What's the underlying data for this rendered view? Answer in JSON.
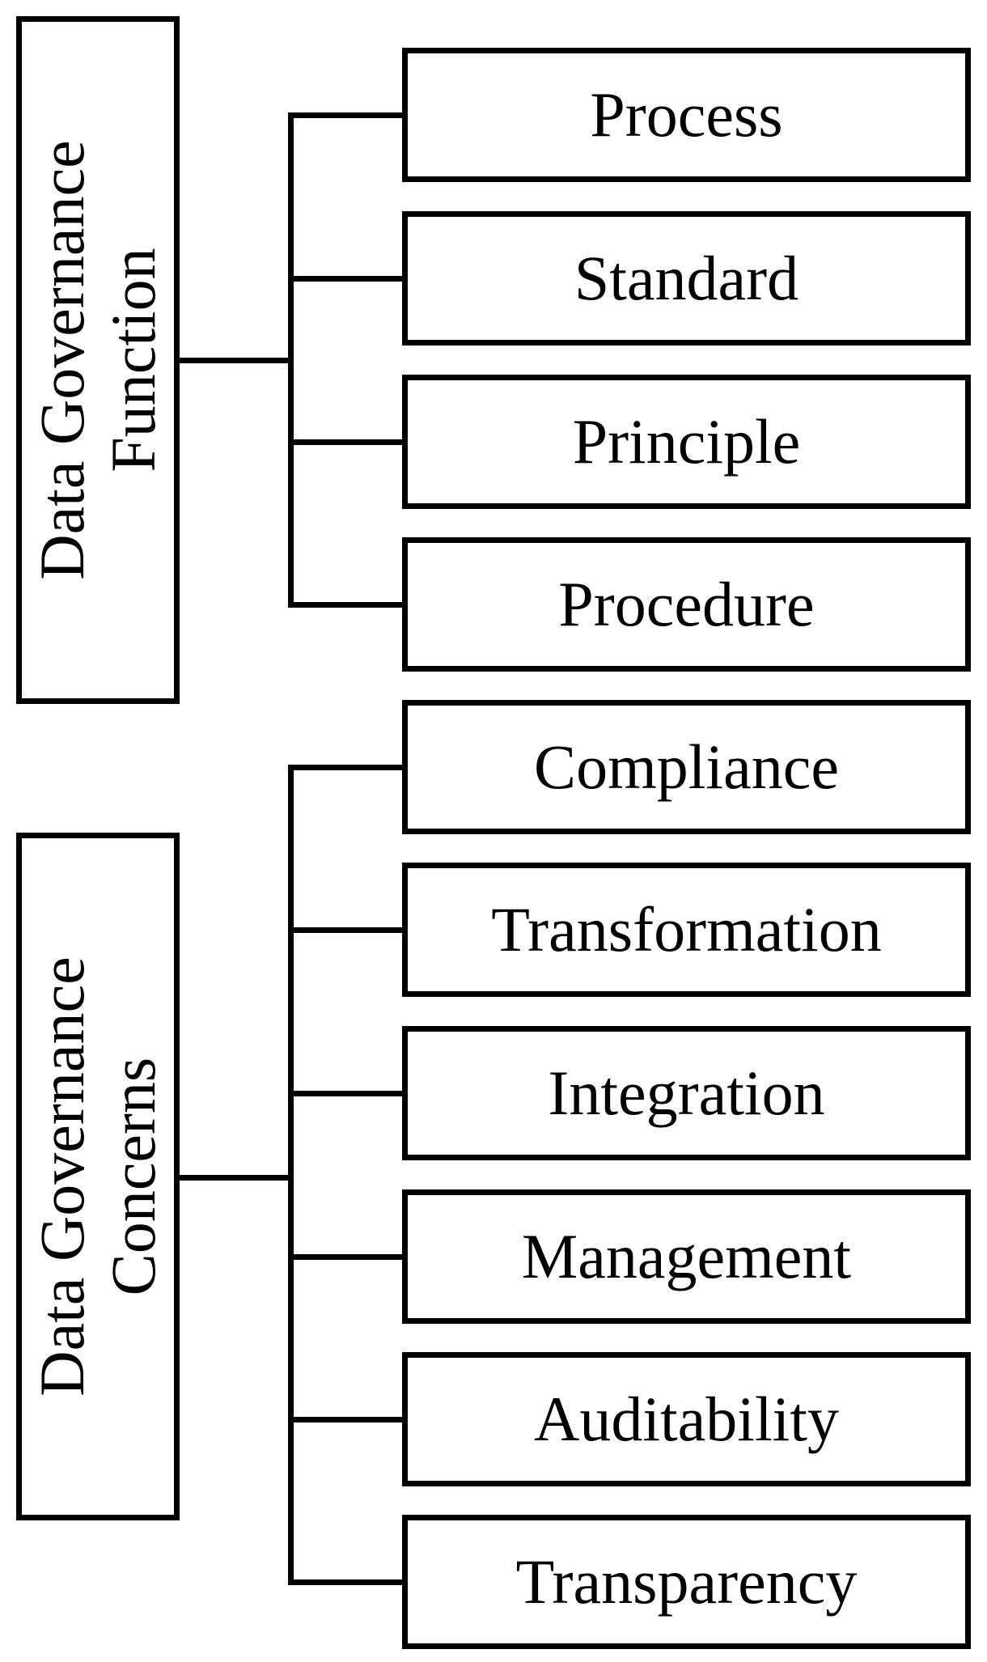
{
  "groups": [
    {
      "root_line1": "Data Governance",
      "root_line2": "Function",
      "items": [
        "Process",
        "Standard",
        "Principle",
        "Procedure"
      ]
    },
    {
      "root_line1": "Data Governance",
      "root_line2": "Concerns",
      "items": [
        "Compliance",
        "Transformation",
        "Integration",
        "Management",
        "Auditability",
        "Transparency"
      ]
    }
  ]
}
